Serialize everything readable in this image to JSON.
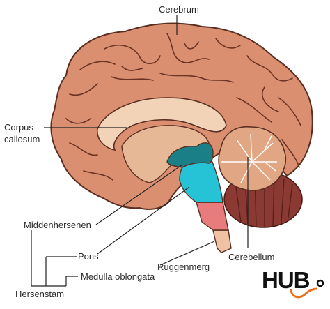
{
  "labels": {
    "cerebrum": "Cerebrum",
    "corpus_callosum_line1": "Corpus",
    "corpus_callosum_line2": "callosum",
    "middenhersenen": "Middenhersenen",
    "pons": "Pons",
    "medulla_oblongata": "Medulla oblongata",
    "hersenstam": "Hersenstam",
    "ruggenmerg": "Ruggenmerg",
    "cerebellum": "Cerebellum"
  },
  "logo": {
    "text": "HUB",
    "accent_color": "#e8731c"
  },
  "colors": {
    "cortex": "#d98f70",
    "cortex_outline": "#5a2f22",
    "corpus_callosum": "#f2d3b8",
    "inner": "#e6b896",
    "midbrain": "#1b7f88",
    "pons": "#26c3d6",
    "medulla": "#e87b7b",
    "spinal_cord": "#f0c2a3",
    "cerebellum_cortex": "#e1a683",
    "cerebellum_lobe": "#8a3a32"
  }
}
